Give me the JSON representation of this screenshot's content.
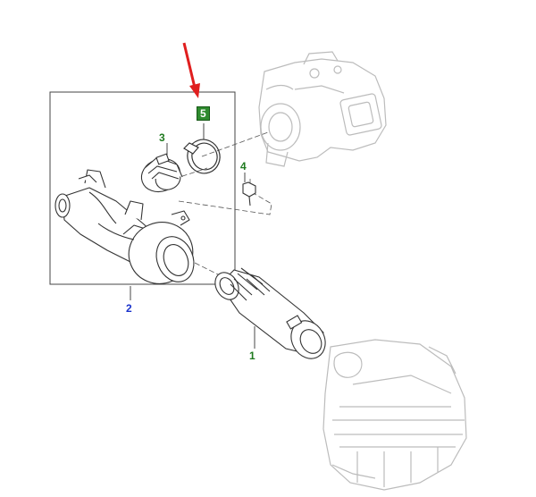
{
  "callouts": {
    "part_1": "1",
    "part_2": "2",
    "part_3": "3",
    "part_4": "4",
    "part_5": "5"
  },
  "highlighted_callout": "5",
  "colors": {
    "callout_green": "#1f7a1f",
    "callout_blue": "#1a33cc",
    "highlight_box": "#2e8b2e",
    "pointer_arrow": "#e01e1e",
    "outline_dark": "#333333",
    "ghost_outline": "#bdbdbd"
  }
}
